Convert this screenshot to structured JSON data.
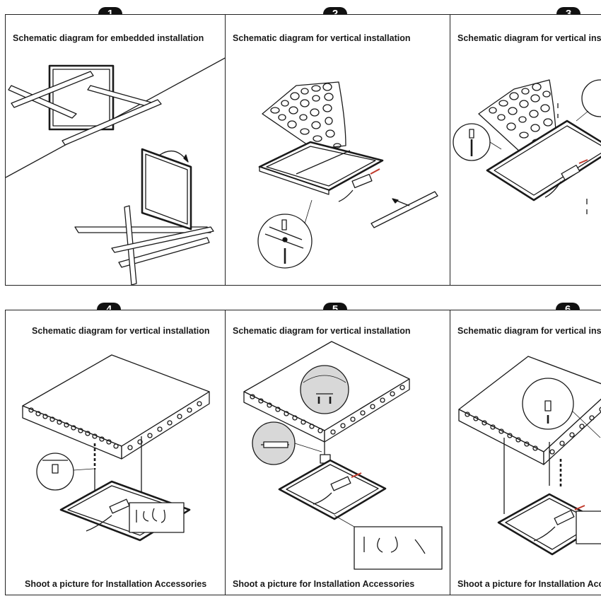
{
  "panels": [
    {
      "number": "1",
      "title": "Schematic diagram for embedded installation",
      "caption": ""
    },
    {
      "number": "2",
      "title": "Schematic diagram for vertical installation",
      "caption": ""
    },
    {
      "number": "3",
      "title": "Schematic diagram for vertical insta",
      "caption": ""
    },
    {
      "number": "4",
      "title": "Schematic diagram for vertical installation",
      "caption": "Shoot a picture for Installation Accessories"
    },
    {
      "number": "5",
      "title": "Schematic diagram for vertical installation",
      "caption": "Shoot a picture for Installation Accessories"
    },
    {
      "number": "6",
      "title": "Schematic diagram for vertical insta",
      "caption": "Shoot a picture for Installation Acce"
    }
  ]
}
